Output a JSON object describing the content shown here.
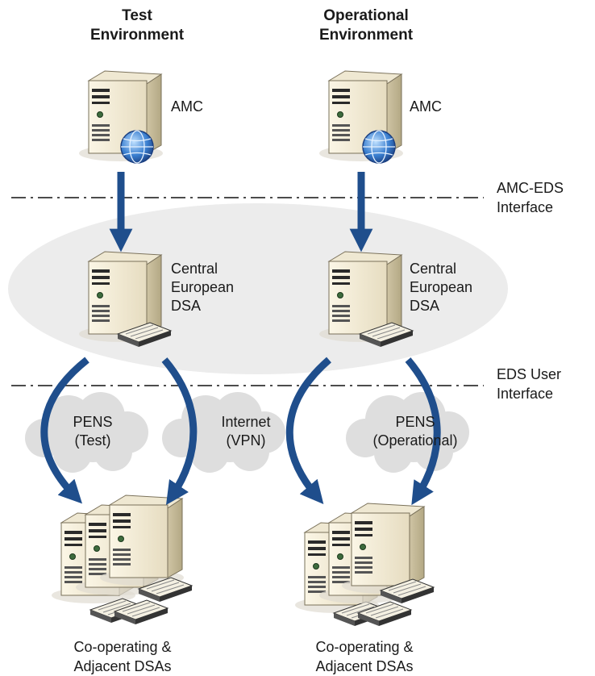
{
  "columns": {
    "test": {
      "title_line1": "Test",
      "title_line2": "Environment"
    },
    "operational": {
      "title_line1": "Operational",
      "title_line2": "Environment"
    }
  },
  "nodes": {
    "amc_test": "AMC",
    "amc_operational": "AMC",
    "dsa_test": [
      "Central",
      "European",
      "DSA"
    ],
    "dsa_operational": [
      "Central",
      "European",
      "DSA"
    ]
  },
  "interfaces": {
    "amc_eds": [
      "AMC-EDS",
      "Interface"
    ],
    "eds_user": [
      "EDS User",
      "Interface"
    ]
  },
  "networks": {
    "pens_test": [
      "PENS",
      "(Test)"
    ],
    "internet": [
      "Internet",
      "(VPN)"
    ],
    "pens_operational": [
      "PENS",
      "(Operational)"
    ]
  },
  "footers": {
    "test": [
      "Co-operating &",
      "Adjacent DSAs"
    ],
    "operational": [
      "Co-operating &",
      "Adjacent DSAs"
    ]
  },
  "colors": {
    "arrow": "#1f4e8c",
    "server_body": "#f0e8cf",
    "server_dark": "#2a2a2a",
    "cloud": "#dcdcdc",
    "ellipse": "#ebebeb",
    "globe": "#3a7fd0"
  }
}
